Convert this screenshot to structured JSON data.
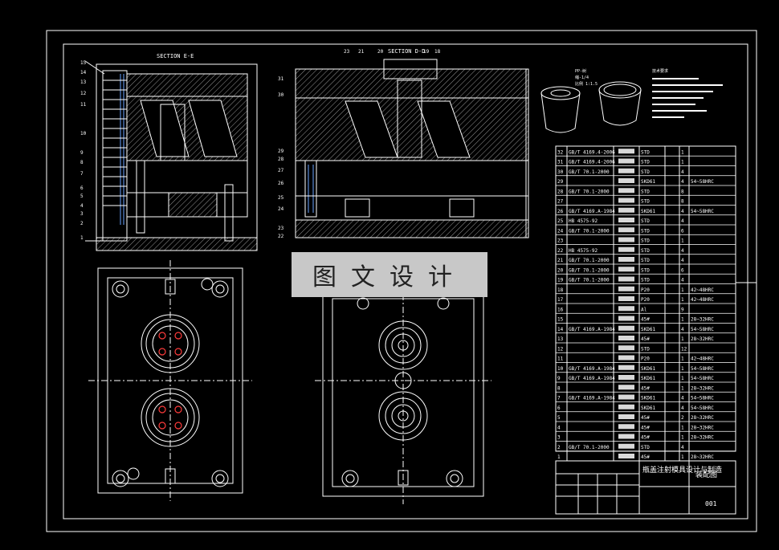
{
  "sections": {
    "left_title": "SECTION E-E",
    "right_title": "SECTION D-D"
  },
  "watermark": "图文设计",
  "material": {
    "line1": "PP-树",
    "line2": "缩-1/4",
    "line3": "比例 1:1.5"
  },
  "notes_title": "技术要求",
  "callouts_left": [
    "15",
    "14",
    "13",
    "12",
    "11",
    "10",
    "9",
    "8",
    "7",
    "6",
    "5",
    "4",
    "3",
    "2",
    "1"
  ],
  "callouts_mid_left": [
    "31",
    "30",
    "29",
    "28",
    "27",
    "26",
    "25",
    "24",
    "23",
    "22"
  ],
  "callouts_top": [
    "23",
    "21",
    "20",
    "19",
    "18"
  ],
  "bom": [
    {
      "no": "32",
      "std": "GB/T 4169.4-2006",
      "name": "",
      "mat": "STD",
      "qty": "1",
      "note": ""
    },
    {
      "no": "31",
      "std": "GB/T 4169.4-2006",
      "name": "",
      "mat": "STD",
      "qty": "1",
      "note": ""
    },
    {
      "no": "30",
      "std": "GB/T 70.1-2000",
      "name": "",
      "mat": "STD",
      "qty": "4",
      "note": ""
    },
    {
      "no": "29",
      "std": "",
      "name": "",
      "mat": "SKD61",
      "qty": "4",
      "note": "54~58HRC"
    },
    {
      "no": "28",
      "std": "GB/T 70.1-2000",
      "name": "",
      "mat": "STD",
      "qty": "8",
      "note": ""
    },
    {
      "no": "27",
      "std": "",
      "name": "",
      "mat": "STD",
      "qty": "8",
      "note": ""
    },
    {
      "no": "26",
      "std": "GB/T 4169.A-1984",
      "name": "",
      "mat": "SKD61",
      "qty": "4",
      "note": "54~58HRC"
    },
    {
      "no": "25",
      "std": "HB 4575-92",
      "name": "",
      "mat": "STD",
      "qty": "4",
      "note": ""
    },
    {
      "no": "24",
      "std": "GB/T 70.1-2000",
      "name": "",
      "mat": "STD",
      "qty": "6",
      "note": ""
    },
    {
      "no": "23",
      "std": "",
      "name": "",
      "mat": "STD",
      "qty": "1",
      "note": ""
    },
    {
      "no": "22",
      "std": "HB 4575-92",
      "name": "",
      "mat": "STD",
      "qty": "4",
      "note": ""
    },
    {
      "no": "21",
      "std": "GB/T 70.1-2000",
      "name": "",
      "mat": "STD",
      "qty": "4",
      "note": ""
    },
    {
      "no": "20",
      "std": "GB/T 70.1-2000",
      "name": "",
      "mat": "STD",
      "qty": "6",
      "note": ""
    },
    {
      "no": "19",
      "std": "GB/T 70.1-2000",
      "name": "",
      "mat": "STD",
      "qty": "4",
      "note": ""
    },
    {
      "no": "18",
      "std": "",
      "name": "",
      "mat": "P20",
      "qty": "1",
      "note": "42~48HRC"
    },
    {
      "no": "17",
      "std": "",
      "name": "",
      "mat": "P20",
      "qty": "1",
      "note": "42~48HRC"
    },
    {
      "no": "16",
      "std": "",
      "name": "",
      "mat": "Al",
      "qty": "9",
      "note": ""
    },
    {
      "no": "15",
      "std": "",
      "name": "",
      "mat": "45#",
      "qty": "1",
      "note": "28~32HRC"
    },
    {
      "no": "14",
      "std": "GB/T 4169.A-1984",
      "name": "",
      "mat": "SKD61",
      "qty": "4",
      "note": "54~58HRC"
    },
    {
      "no": "13",
      "std": "",
      "name": "",
      "mat": "45#",
      "qty": "1",
      "note": "28~32HRC"
    },
    {
      "no": "12",
      "std": "",
      "name": "",
      "mat": "STD",
      "qty": "12",
      "note": ""
    },
    {
      "no": "11",
      "std": "",
      "name": "",
      "mat": "P20",
      "qty": "1",
      "note": "42~48HRC"
    },
    {
      "no": "10",
      "std": "GB/T 4169.A-1984",
      "name": "",
      "mat": "SKD61",
      "qty": "1",
      "note": "54~58HRC"
    },
    {
      "no": "9",
      "std": "GB/T 4169.A-1984",
      "name": "",
      "mat": "SKD61",
      "qty": "1",
      "note": "54~58HRC"
    },
    {
      "no": "8",
      "std": "",
      "name": "",
      "mat": "45#",
      "qty": "1",
      "note": "28~32HRC"
    },
    {
      "no": "7",
      "std": "GB/T 4169.A-1984",
      "name": "",
      "mat": "SKD61",
      "qty": "4",
      "note": "54~58HRC"
    },
    {
      "no": "6",
      "std": "",
      "name": "",
      "mat": "SKD61",
      "qty": "4",
      "note": "54~58HRC"
    },
    {
      "no": "5",
      "std": "",
      "name": "",
      "mat": "45#",
      "qty": "2",
      "note": "28~32HRC"
    },
    {
      "no": "4",
      "std": "",
      "name": "",
      "mat": "45#",
      "qty": "1",
      "note": "28~32HRC"
    },
    {
      "no": "3",
      "std": "",
      "name": "",
      "mat": "45#",
      "qty": "1",
      "note": "28~32HRC"
    },
    {
      "no": "2",
      "std": "GB/T 70.1-2000",
      "name": "",
      "mat": "STD",
      "qty": "4",
      "note": ""
    },
    {
      "no": "1",
      "std": "",
      "name": "",
      "mat": "45#",
      "qty": "1",
      "note": "28~32HRC"
    }
  ],
  "title_block": {
    "project": "瓶盖注射模具设计与制造",
    "drawing": "装配图",
    "number": "001"
  }
}
